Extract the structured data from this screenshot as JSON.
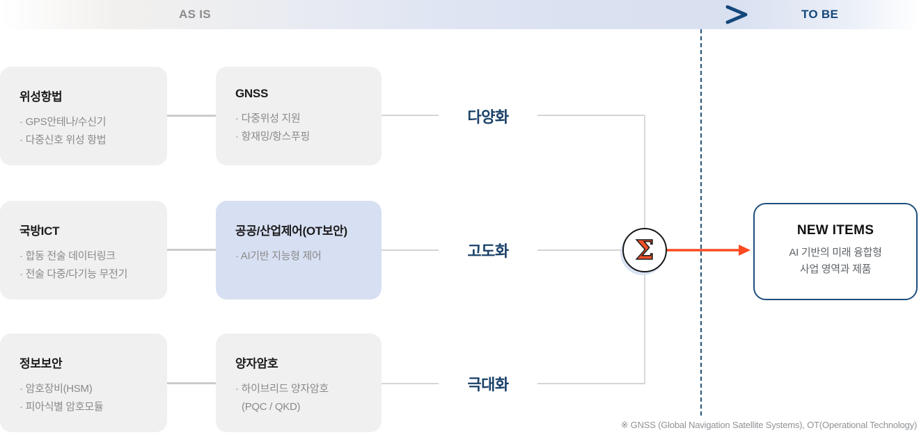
{
  "header": {
    "as_is": "AS IS",
    "to_be": "TO BE"
  },
  "flow_labels": [
    "다양화",
    "고도화",
    "극대화"
  ],
  "as_is_cards": [
    {
      "title": "위성항법",
      "bullets": [
        "· GPS안테나/수신기",
        "· 다중신호 위성 항법"
      ]
    },
    {
      "title": "국방ICT",
      "bullets": [
        "· 합동 전술 데이터링크",
        "· 전술 다중/다기능 무전기"
      ]
    },
    {
      "title": "정보보안",
      "bullets": [
        "· 암호장비(HSM)",
        "· 피아식별 암호모듈"
      ]
    }
  ],
  "mid_cards": [
    {
      "title": "GNSS",
      "bullets": [
        "· 다중위성 지원",
        "· 항재밍/항스푸핑"
      ]
    },
    {
      "title": "공공/산업제어(OT보안)",
      "bullets": [
        "· AI기반 지능형 제어"
      ],
      "highlight": true
    },
    {
      "title": "양자암호",
      "bullets": [
        "· 하이브리드 양자암호",
        "(PQC / QKD)"
      ]
    }
  ],
  "sigma_symbol": "Σ",
  "result_box": {
    "title": "NEW ITEMS",
    "lines": [
      "AI 기반의 미래 융합형",
      "사업 영역과 제품"
    ]
  },
  "footnote": "※ GNSS (Global Navigation Satellite Systems), OT(Operational Technology)",
  "colors": {
    "accent_navy": "#15487c",
    "accent_orange": "#fb4a22",
    "highlight_card": "#d7dff2",
    "card_gray": "#f0f0f0",
    "label_navy": "#1b4168"
  }
}
